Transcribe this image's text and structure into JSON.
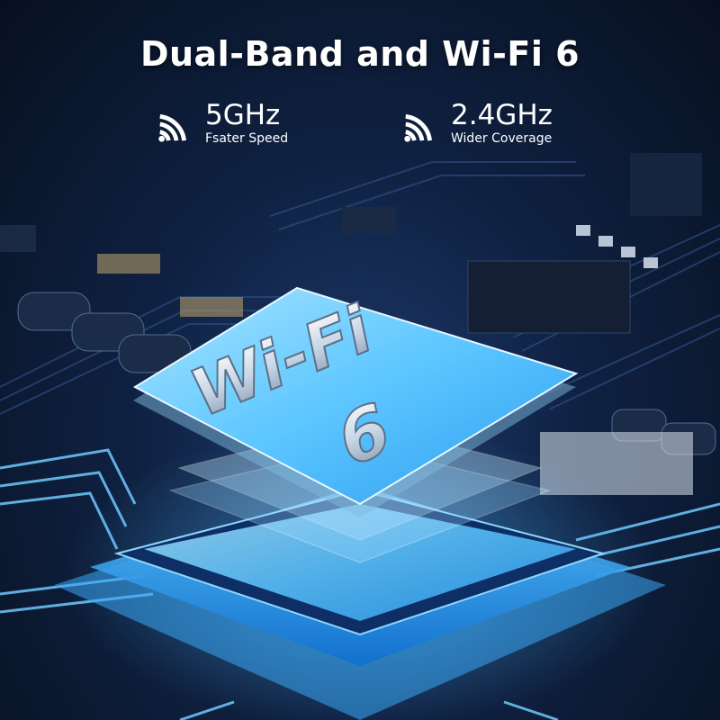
{
  "headline": "Dual-Band and Wi-Fi 6",
  "bands": [
    {
      "frequency": "5GHz",
      "caption": "Fsater Speed",
      "icon": "wifi-signal-icon"
    },
    {
      "frequency": "2.4GHz",
      "caption": "Wider Coverage",
      "icon": "wifi-signal-icon"
    }
  ],
  "chip": {
    "label_line1": "Wi-Fi",
    "label_line2": "6"
  },
  "colors": {
    "glow": "#2fa8ff",
    "chip_top": "#7fd2ff",
    "board": "#0f2142"
  }
}
